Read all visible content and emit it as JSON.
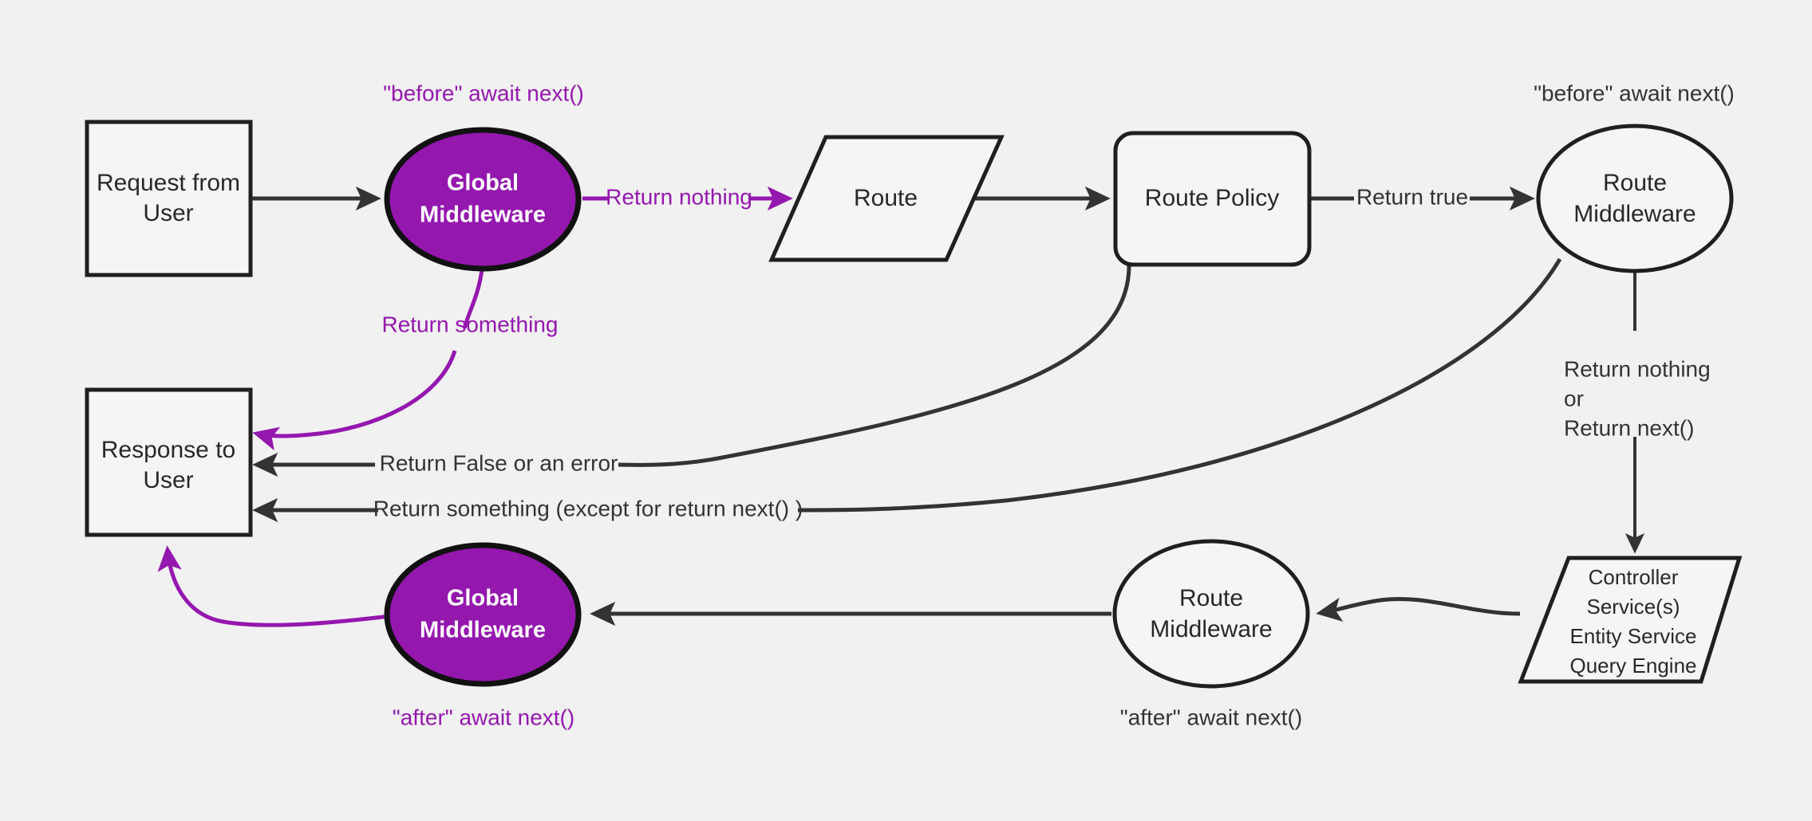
{
  "diagram": {
    "title": "Strapi middleware request lifecycle flow",
    "background_color": "#f1f1f1",
    "accent_color": "#9417ae",
    "line_color": "#333333",
    "nodes": {
      "request_from_user": {
        "line1": "Request from",
        "line2": "User",
        "shape": "rectangle"
      },
      "global_middleware_before": {
        "line1": "Global",
        "line2": "Middleware",
        "shape": "ellipse",
        "fill": "#9417ae"
      },
      "route": {
        "line1": "Route",
        "shape": "parallelogram"
      },
      "route_policy": {
        "line1": "Route Policy",
        "shape": "rounded-rectangle"
      },
      "route_middleware_before": {
        "line1": "Route",
        "line2": "Middleware",
        "shape": "ellipse"
      },
      "controller_services": {
        "line1": "Controller",
        "line2": "Service(s)",
        "line3": "Entity Service",
        "line4": "Query Engine",
        "shape": "parallelogram"
      },
      "route_middleware_after": {
        "line1": "Route",
        "line2": "Middleware",
        "shape": "ellipse"
      },
      "global_middleware_after": {
        "line1": "Global",
        "line2": "Middleware",
        "shape": "ellipse",
        "fill": "#9417ae"
      },
      "response_to_user": {
        "line1": "Response to",
        "line2": "User",
        "shape": "rectangle"
      }
    },
    "annotations": {
      "before_await_next_global": "\"before\" await next()",
      "before_await_next_route": "\"before\" await next()",
      "after_await_next_global": "\"after\" await next()",
      "after_await_next_route": "\"after\" await next()"
    },
    "edge_labels": {
      "return_nothing": "Return nothing",
      "return_something": "Return something",
      "return_true": "Return true",
      "return_false_or_error": "Return False or an error",
      "return_something_except_next": "Return something (except for return next() )",
      "return_nothing_or_next_l1": "Return nothing",
      "return_nothing_or_next_l2": "or",
      "return_nothing_or_next_l3": "Return next()"
    }
  }
}
